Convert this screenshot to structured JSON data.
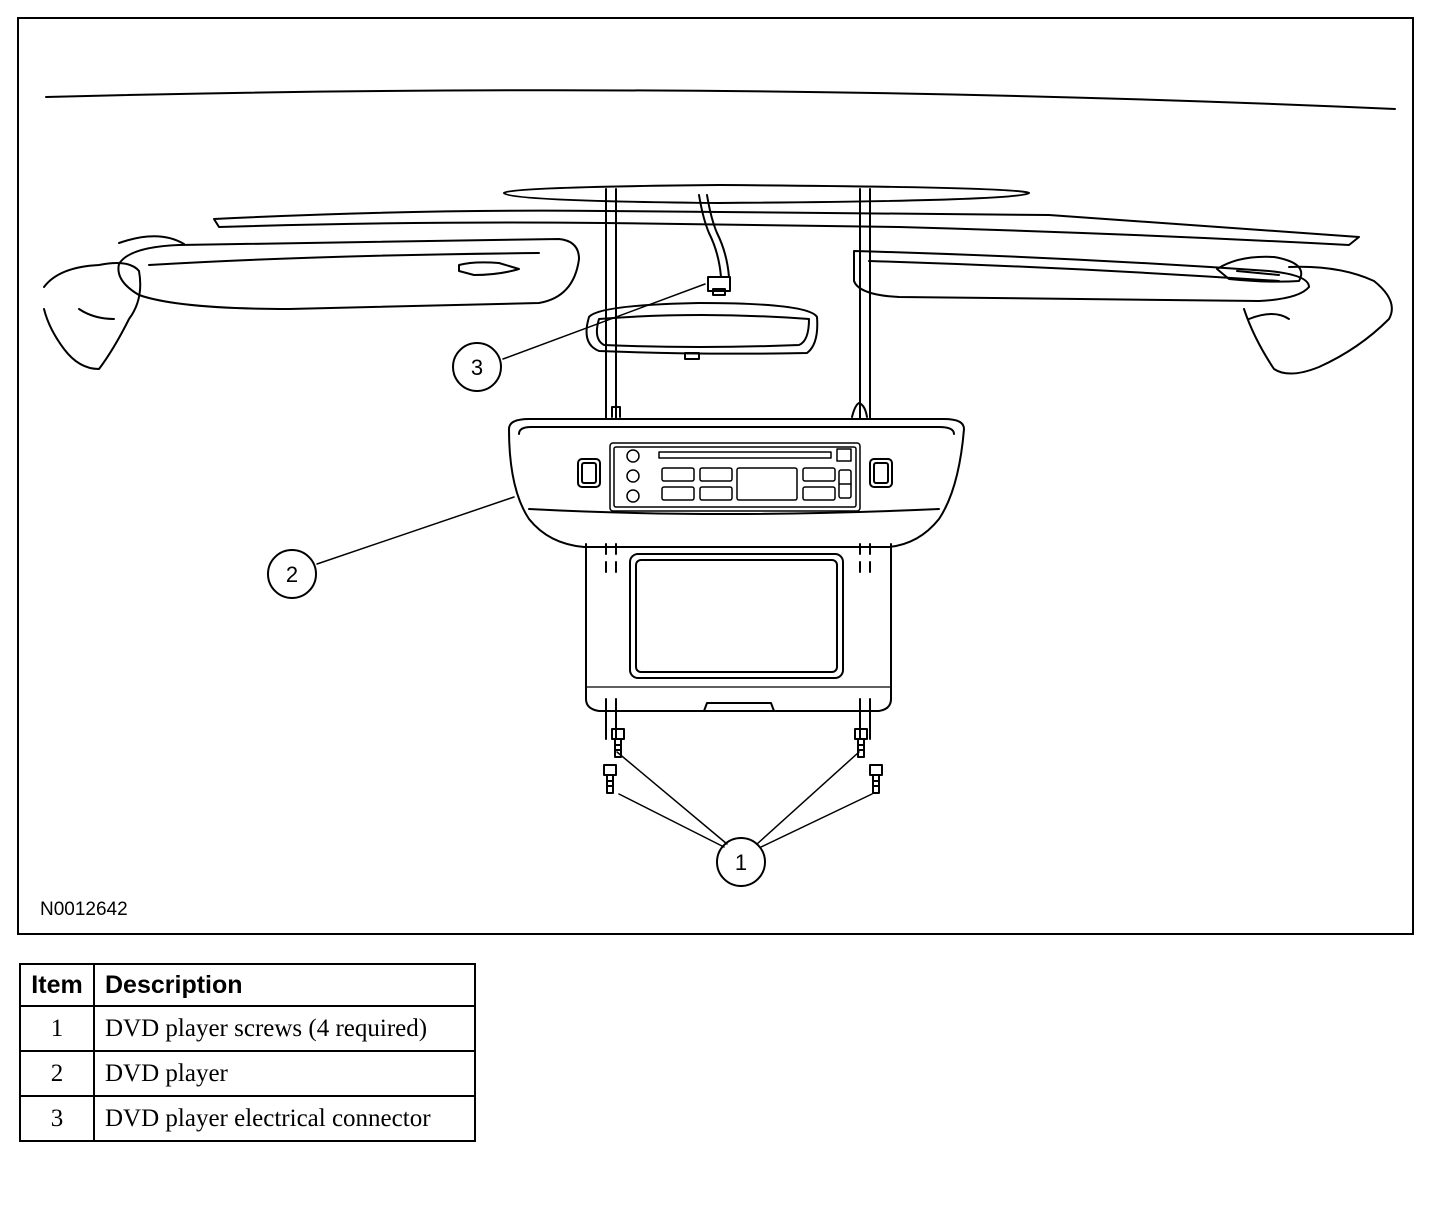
{
  "figure": {
    "id_label": "N0012642",
    "callouts": [
      "1",
      "2",
      "3"
    ]
  },
  "legend": {
    "headers": {
      "item": "Item",
      "description": "Description"
    },
    "rows": [
      {
        "item": "1",
        "description": "DVD player screws (4 required)"
      },
      {
        "item": "2",
        "description": "DVD player"
      },
      {
        "item": "3",
        "description": "DVD player electrical connector"
      }
    ]
  }
}
